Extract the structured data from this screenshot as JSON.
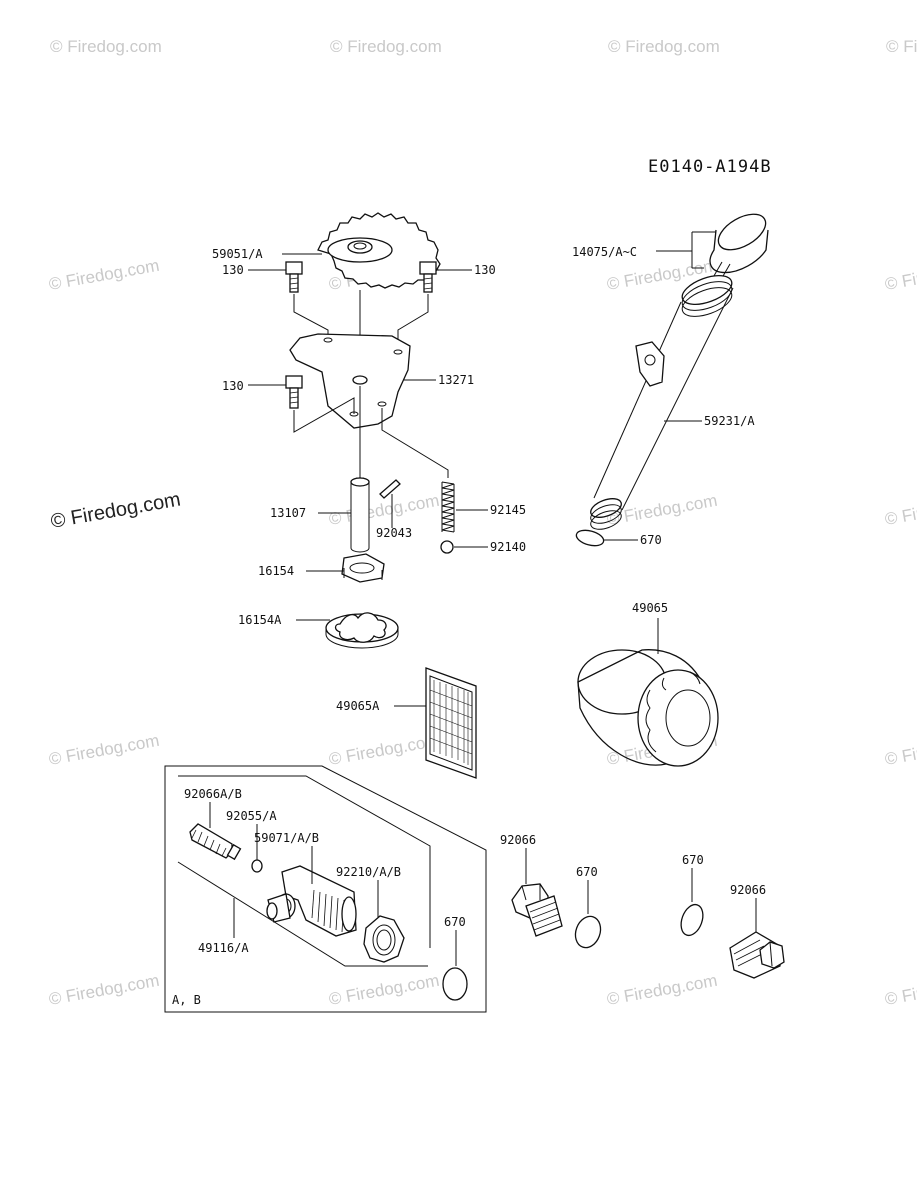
{
  "diagram_code": "E0140-A194B",
  "watermark": "© Firedog.com",
  "box_note": "A, B",
  "labels": {
    "p59051": "59051/A",
    "p130a": "130",
    "p130b": "130",
    "p130c": "130",
    "p13271": "13271",
    "p13107": "13107",
    "p92043": "92043",
    "p92145": "92145",
    "p92140": "92140",
    "p16154": "16154",
    "p16154A": "16154A",
    "p14075": "14075/A~C",
    "p59231": "59231/A",
    "p670a": "670",
    "p49065": "49065",
    "p49065A": "49065A",
    "p92066AB": "92066A/B",
    "p92055": "92055/A",
    "p59071": "59071/A/B",
    "p92210": "92210/A/B",
    "p49116": "49116/A",
    "p670b": "670",
    "p92066b": "92066",
    "p670c": "670",
    "p670d": "670",
    "p92066c": "92066"
  }
}
